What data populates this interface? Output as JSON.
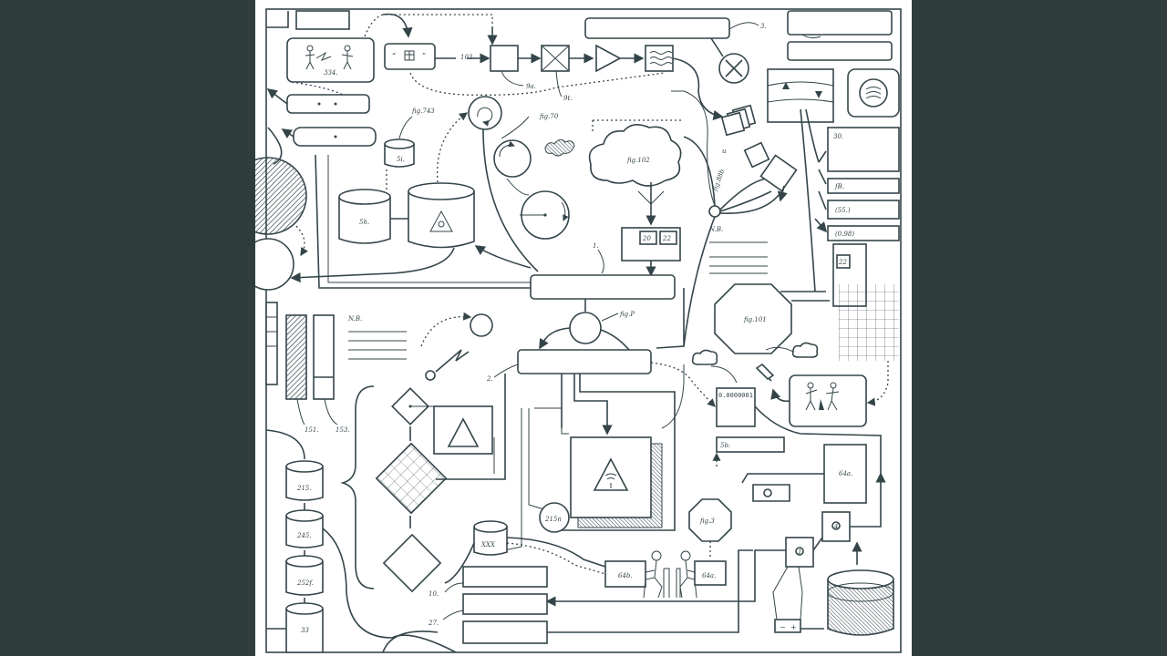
{
  "colors": {
    "background": "#2f3d3d",
    "paper": "#ffffff",
    "ink": "#34454a"
  },
  "labels": {
    "l334": "334.",
    "l103": "103.",
    "l9a": "9a.",
    "l9t": "9t.",
    "l3": "3.",
    "fig743": "fig.743",
    "l5i": "5i.",
    "l5h": "5h.",
    "fig70": "fig.70",
    "fig102": "fig.102",
    "u": "u",
    "fig88b": "fig.88b",
    "nb1": "N.B.",
    "l30": "30.",
    "fB": "fB.",
    "l55": "(55.)",
    "l098": "(0.98)",
    "l22a": "22",
    "l20": "20",
    "l22b": "22",
    "l1": "1.",
    "figP": "fig.P",
    "fig101": "fig.101",
    "nb2": "N.B.",
    "l2": "2.",
    "l151": "151.",
    "l153": "153.",
    "readout": "0.0000001",
    "l5b": "5b.",
    "l64a_top": "64a.",
    "l215n": "215n",
    "fig3": "fig.3",
    "l215": "215.",
    "l245": "245.",
    "l252f": "252f.",
    "l33": "33",
    "xxx": "XXX",
    "l10": "10.",
    "l27": "27.",
    "l64b": "64b.",
    "l64a": "64a.",
    "minus": "−",
    "plus": "+",
    "quote_open": "“",
    "quote_close": "”",
    "k1": "1",
    "k4": "4"
  },
  "icons": [
    "figures-icon",
    "gift-icon",
    "cross-box-icon",
    "triangle-amplifier-icon",
    "wave-box-icon",
    "x-circle-icon",
    "wifi-icon",
    "cloud-icon",
    "cylinder-icon",
    "warning-triangle-icon",
    "lightning-icon",
    "battery-icon",
    "desk-figure-icon"
  ]
}
